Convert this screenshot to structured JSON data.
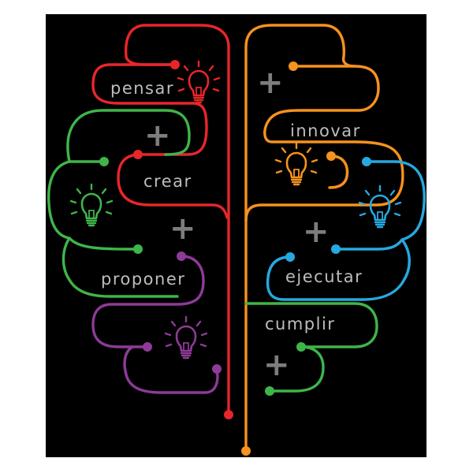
{
  "labels": {
    "pensar": "pensar",
    "crear": "crear",
    "proponer": "proponer",
    "innovar": "innovar",
    "ejecutar": "ejecutar",
    "cumplir": "cumplir"
  },
  "plus_symbol": "+",
  "colors": {
    "background": "#000000",
    "red": "#e8262a",
    "green": "#3fb549",
    "purple": "#8e3a98",
    "orange": "#f6921e",
    "blue": "#26a9e0",
    "text": "#bdbdbd",
    "plus": "#7d7d7d"
  },
  "icons": {
    "red": "lightbulb-icon",
    "green": "lightbulb-icon",
    "purple": "lightbulb-icon",
    "orange": "lightbulb-icon",
    "blue": "lightbulb-icon"
  }
}
